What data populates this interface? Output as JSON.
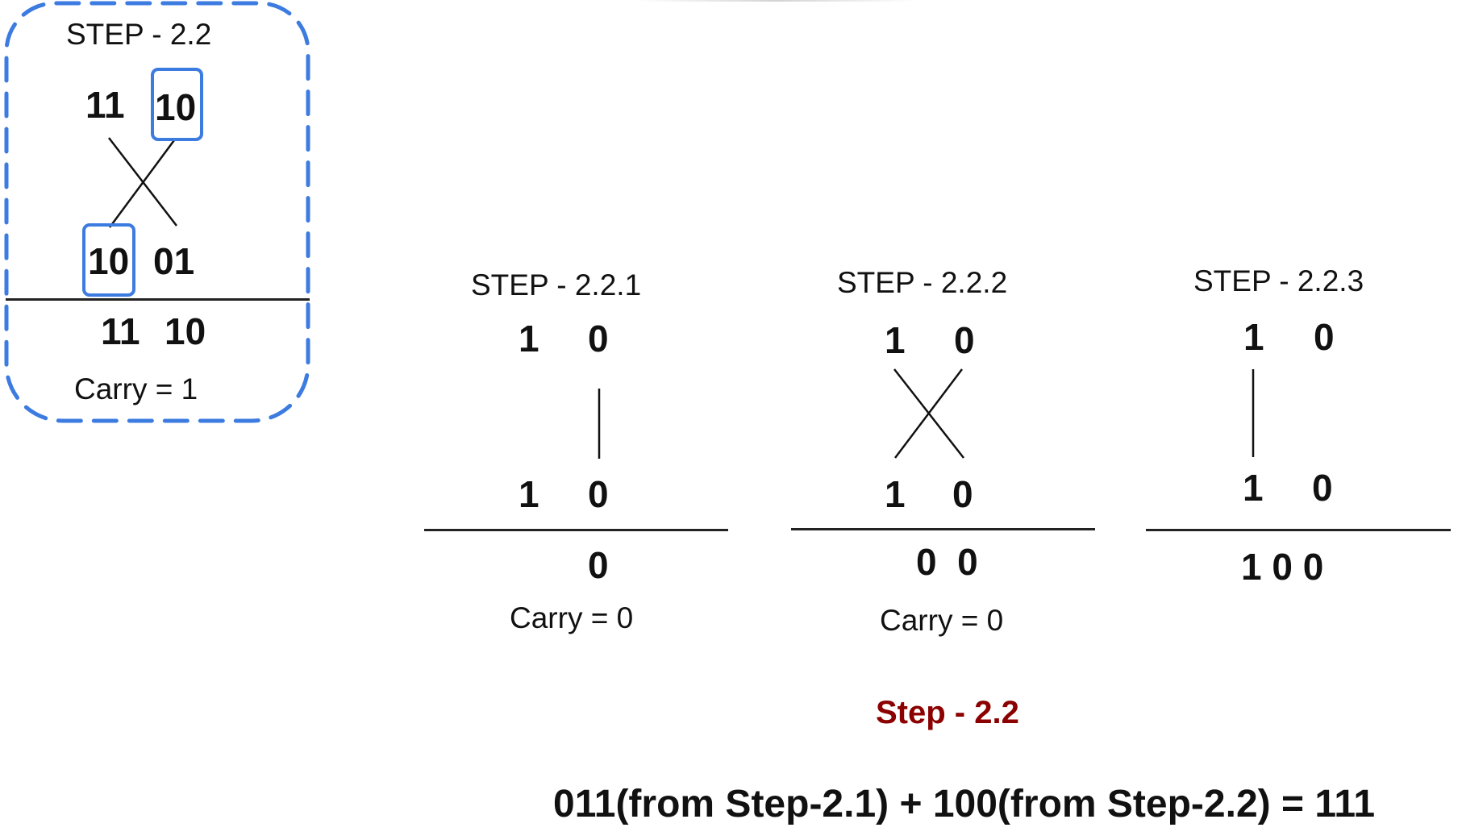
{
  "left_panel": {
    "title": "STEP - 2.2",
    "top_left": "11",
    "top_right": "10",
    "bottom_left": "10",
    "bottom_right": "01",
    "result_left": "11",
    "result_right": "10",
    "carry": "Carry = 1",
    "border_color": "#3c7be0"
  },
  "step_221": {
    "title": "STEP - 2.2.1",
    "top_left": "1",
    "top_right": "0",
    "bottom_left": "1",
    "bottom_right": "0",
    "result": "0",
    "carry": "Carry = 0"
  },
  "step_222": {
    "title": "STEP - 2.2.2",
    "top_left": "1",
    "top_right": "0",
    "bottom_left": "1",
    "bottom_right": "0",
    "result": "0  0",
    "carry": "Carry = 0"
  },
  "step_223": {
    "title": "STEP - 2.2.3",
    "top_left": "1",
    "top_right": "0",
    "bottom_left": "1",
    "bottom_right": "0",
    "result": "1 0 0"
  },
  "caption": {
    "step_label": "Step - 2.2",
    "equation": "011(from Step-2.1) + 100(from Step-2.2) = 111",
    "step_label_color": "#8b0000"
  }
}
